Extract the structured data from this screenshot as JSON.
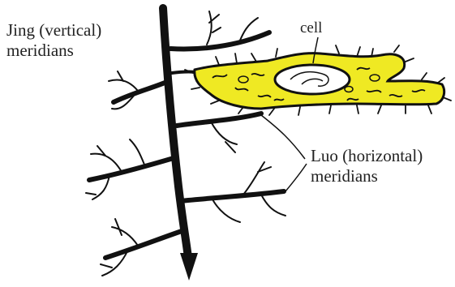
{
  "labels": {
    "jing_line1": "Jing (vertical)",
    "jing_line2": "meridians",
    "cell": "cell",
    "luo_line1": "Luo (horizontal)",
    "luo_line2": "meridians"
  },
  "colors": {
    "stroke": "#111111",
    "cell_fill": "#efe923",
    "nucleus_fill": "#ffffff",
    "background": "#ffffff"
  }
}
